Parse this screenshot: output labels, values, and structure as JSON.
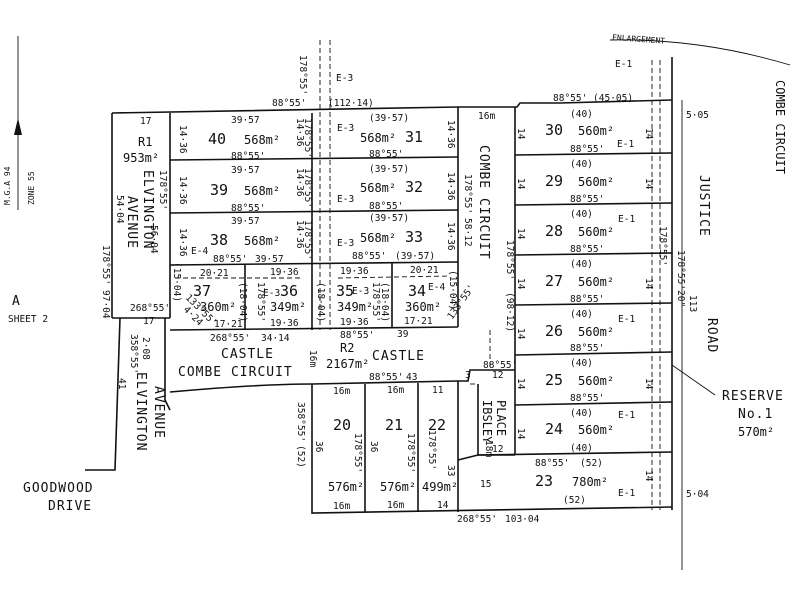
{
  "sheet": {
    "ref_letter": "A",
    "ref_text": "SHEET 2"
  },
  "north": {
    "datum": "M.G.A 94",
    "zone": "ZONE 55"
  },
  "roads": {
    "goodwood_1": "GOODWOOD",
    "goodwood_2": "DRIVE",
    "castle_combe_1": "CASTLE",
    "castle_combe_2": "COMBE CIRCUIT",
    "elvington_lower_1": "ELVINGTON",
    "elvington_lower_2": "AVENUE",
    "elvington_upper_1": "ELVINGTON",
    "elvington_upper_2": "AVENUE",
    "combe_circuit": "COMBE CIRCUIT",
    "justice_road_1": "JUSTICE",
    "justice_road_2": "ROAD",
    "castle_label": "CASTLE",
    "ibsley_1": "IBSLEY",
    "ibsley_2": "PLACE",
    "combe_circuit_edge": "COMBE CIRCUIT",
    "enlargement": "ENLARGEMENT"
  },
  "reserves": {
    "r1_label": "R1",
    "r1_area": "953m²",
    "r2_label": "R2",
    "r2_area": "2167m²",
    "reserve_1_line1": "RESERVE",
    "reserve_1_line2": "No.1",
    "reserve_1_area": "570m²"
  },
  "lots": [
    {
      "num": "40",
      "area": "568m²"
    },
    {
      "num": "31",
      "area": "568m²"
    },
    {
      "num": "39",
      "area": "568m²"
    },
    {
      "num": "32",
      "area": "568m²"
    },
    {
      "num": "38",
      "area": "568m²"
    },
    {
      "num": "33",
      "area": "568m²"
    },
    {
      "num": "37",
      "area": "360m²"
    },
    {
      "num": "36",
      "area": "349m²"
    },
    {
      "num": "35",
      "area": "349m²"
    },
    {
      "num": "34",
      "area": "360m²"
    },
    {
      "num": "30",
      "area": "560m²"
    },
    {
      "num": "29",
      "area": "560m²"
    },
    {
      "num": "28",
      "area": "560m²"
    },
    {
      "num": "27",
      "area": "560m²"
    },
    {
      "num": "26",
      "area": "560m²"
    },
    {
      "num": "25",
      "area": "560m²"
    },
    {
      "num": "24",
      "area": "560m²"
    },
    {
      "num": "23",
      "area": "780m²"
    },
    {
      "num": "20",
      "area": "576m²"
    },
    {
      "num": "21",
      "area": "576m²"
    },
    {
      "num": "22",
      "area": "499m²"
    }
  ],
  "easements": {
    "e3": "E-3",
    "e1": "E-1",
    "e4": "E-4"
  },
  "dims": {
    "d39_57": "39·57",
    "d39_57b": "(39·57)",
    "d88_55": "88°55'",
    "d14_36": "14·36",
    "d178_55": "178°55'",
    "d40": "(40)",
    "d14": "14",
    "d16m": "16m",
    "d17": "17",
    "d112_14": "(112·14)",
    "d45_05": "88°55' (45·05)",
    "d5_05": "5·05",
    "d5_04": "5·04",
    "d20_21": "20·21",
    "d19_36": "19·36",
    "d17_21": "17·21",
    "d18_04": "(18·04)",
    "d15_04": "(15·04)",
    "d268_55_a": "268°55'",
    "d34_14": "34·14",
    "d268_55_b": "268°55'",
    "d103_04": "103·04",
    "d97_04": "97·04",
    "d178_55_20": "178°55'20\"",
    "d113": "113",
    "d98_12": "(98·12)",
    "d58_12": "58·12",
    "d54_04": "54·04",
    "d56_04": "56·04",
    "d43": "43",
    "d39": "39",
    "d36": "36",
    "d52": "(52)",
    "d358_55": "358°55'",
    "d33": "33",
    "d12": "12",
    "d15": "15",
    "d11": "11",
    "d3": "3",
    "d2_08": "2·08",
    "d41": "41",
    "d358_55_b": "358°55'",
    "d16m_b": "16m",
    "d14_b": "14",
    "d88_55_12": "88°55'",
    "d133_55": "133°55'",
    "d4_24": "4·24",
    "d18m": "18m",
    "d12_b": "12"
  }
}
